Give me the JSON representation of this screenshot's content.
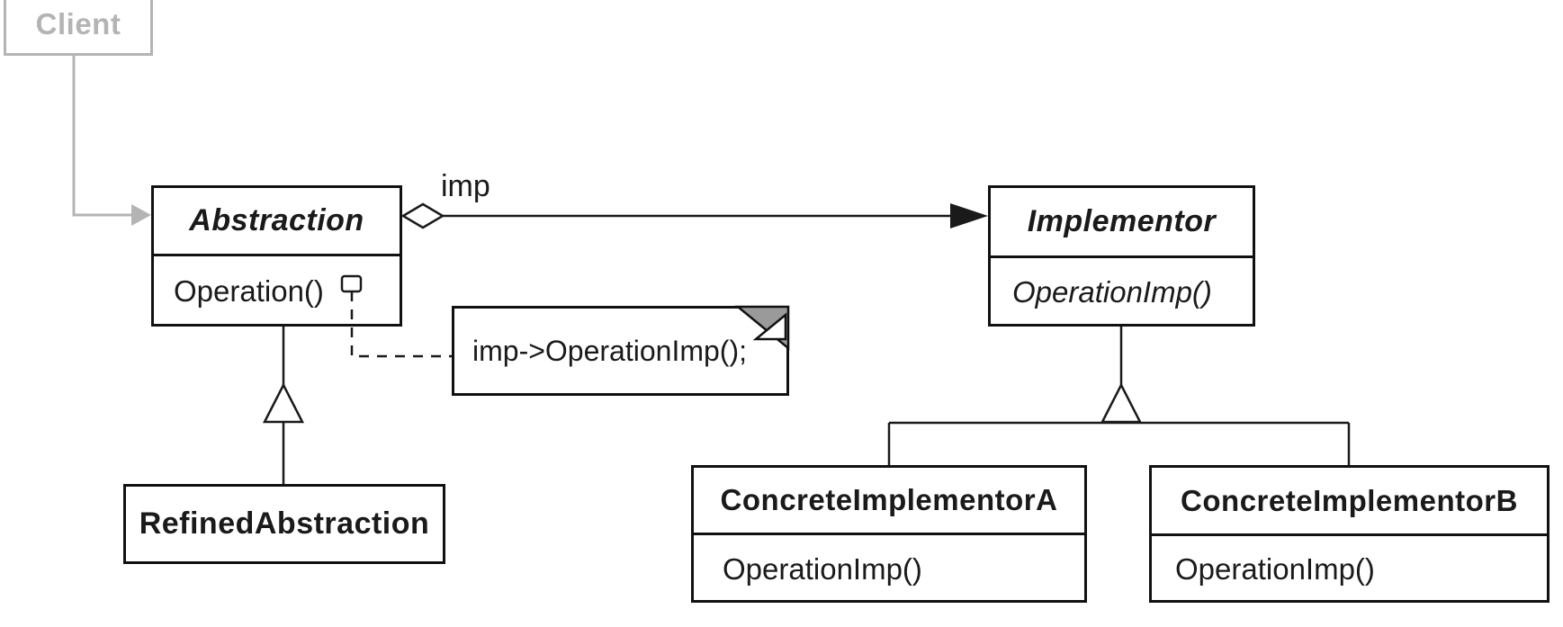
{
  "diagram": {
    "client": {
      "name": "Client"
    },
    "classes": {
      "abstraction": {
        "name": "Abstraction",
        "method": "Operation()"
      },
      "implementor": {
        "name": "Implementor",
        "method": "OperationImp()"
      },
      "refined_abstraction": {
        "name": "RefinedAbstraction"
      },
      "concrete_implementor_a": {
        "name": "ConcreteImplementorA",
        "method": "OperationImp()"
      },
      "concrete_implementor_b": {
        "name": "ConcreteImplementorB",
        "method": "OperationImp()"
      }
    },
    "note": {
      "text": "imp->OperationImp();"
    },
    "labels": {
      "aggregation": "imp"
    },
    "colors": {
      "line": "#1a1a1a",
      "border": "#111111",
      "muted_gray": "#b4b4b4",
      "note_fold_gray": "#9a9a9a",
      "background": "#ffffff"
    }
  }
}
